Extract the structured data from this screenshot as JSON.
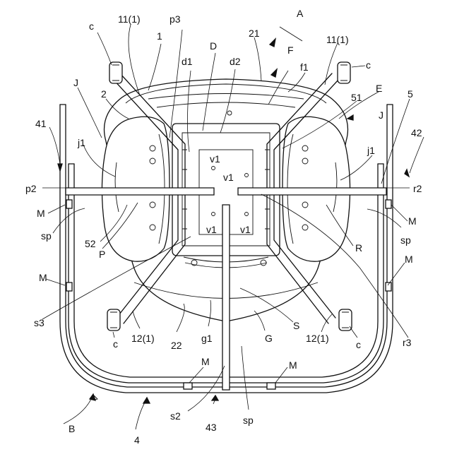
{
  "labels": {
    "A": "A",
    "c_tl": "c",
    "l11_left": "11(1)",
    "p3": "p3",
    "D": "D",
    "l21": "21",
    "F": "F",
    "l11_right": "11(1)",
    "c_tr": "c",
    "l1": "1",
    "d1": "d1",
    "d2": "d2",
    "f1": "f1",
    "J_left": "J",
    "l2": "2",
    "l51": "51",
    "E": "E",
    "l5": "5",
    "l41": "41",
    "J_right": "J",
    "l42": "42",
    "j1_left": "j1",
    "j1_right": "j1",
    "v1_a": "v1",
    "v1_b": "v1",
    "v1_c": "v1",
    "v1_d": "v1",
    "p2": "p2",
    "r2": "r2",
    "M_l1": "M",
    "M_r1": "M",
    "sp_left": "sp",
    "sp_right": "sp",
    "l52": "52",
    "P": "P",
    "R": "R",
    "M_l2": "M",
    "M_r2": "M",
    "s3": "s3",
    "S": "S",
    "r3": "r3",
    "c_bl": "c",
    "l12_left": "12(1)",
    "l22": "22",
    "g1": "g1",
    "l12_right": "12(1)",
    "c_br": "c",
    "G": "G",
    "M_b1": "M",
    "M_b2": "M",
    "B": "B",
    "s2": "s2",
    "sp_bottom": "sp",
    "l43": "43",
    "l4": "4"
  }
}
